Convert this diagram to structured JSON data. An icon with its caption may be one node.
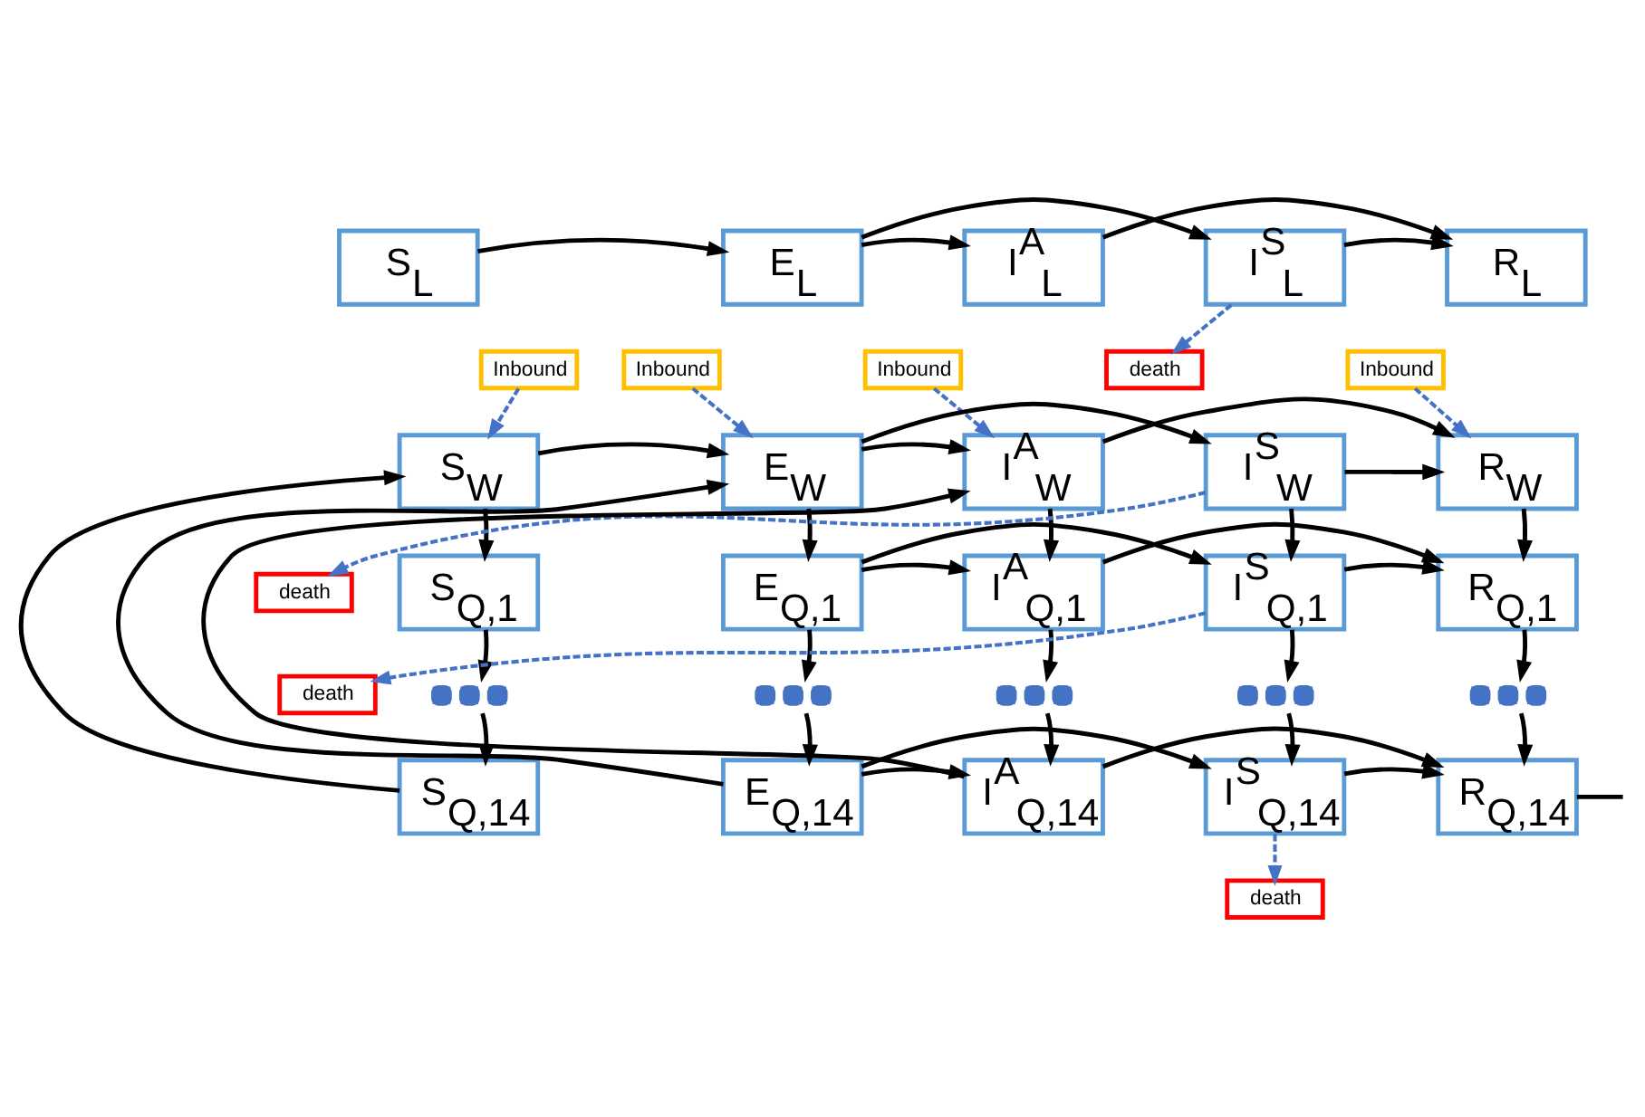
{
  "diagram": {
    "nodes": [
      {
        "text": [
          "S$_{L}$"
        ]
      },
      {
        "text": [
          "E$_{L}$"
        ]
      },
      {
        "text": [
          "I$^{A}$$_{L}$"
        ]
      },
      {
        "text": [
          "I$^{S}$$_{L}$"
        ]
      },
      {
        "text": [
          "R$_{L}$"
        ]
      },
      {
        "text": [
          "death"
        ]
      },
      {
        "text": [
          "Inbound"
        ]
      },
      {
        "text": [
          "Inbound"
        ]
      },
      {
        "text": [
          "Inbound"
        ]
      },
      {
        "text": [
          "Inbound"
        ]
      },
      {
        "text": [
          "S$_{W}$"
        ]
      },
      {
        "text": [
          "E$_{W}$"
        ]
      },
      {
        "text": [
          "I$^{A}$$_{W}$"
        ]
      },
      {
        "text": [
          "I$^{S}$$_{W}$"
        ]
      },
      {
        "text": [
          "R$_{W}$"
        ]
      },
      {
        "text": [
          "death"
        ]
      },
      {
        "text": [
          "S$_{Q,1}$"
        ]
      },
      {
        "text": [
          "E$_{Q,1}$"
        ]
      },
      {
        "text": [
          "I$^{A}$$_{Q,1}$"
        ]
      },
      {
        "text": [
          "I$^{S}$$_{Q,1}$"
        ]
      },
      {
        "text": [
          "R$_{Q,1}$"
        ]
      },
      {
        "text": [
          "death"
        ]
      },
      {
        "text": [],
        "shape": "dots"
      },
      {
        "text": [],
        "shape": "dots"
      },
      {
        "text": [],
        "shape": "dots"
      },
      {
        "text": [],
        "shape": "dots"
      },
      {
        "text": [],
        "shape": "dots"
      },
      {
        "text": [
          "S$_{Q,14}$"
        ]
      },
      {
        "text": [
          "E$_{Q,14}$"
        ]
      },
      {
        "text": [
          "I$^{A}$$_{Q,14}$"
        ]
      },
      {
        "text": [
          "I$^{S}$$_{Q,14}$"
        ]
      },
      {
        "text": [
          "R$_{Q,14}$"
        ]
      },
      {
        "text": [
          "death"
        ]
      }
    ],
    "edges": [
      {
        "from": 0,
        "to": 1,
        "arrow": "to"
      },
      {
        "from": 1,
        "to": 2,
        "arrow": "to"
      },
      {
        "from": 1,
        "to": 3,
        "arrow": "to"
      },
      {
        "from": 2,
        "to": 4,
        "arrow": "to"
      },
      {
        "from": 3,
        "to": 4,
        "arrow": "to"
      },
      {
        "from": 3,
        "to": 5,
        "arrow": "to",
        "style": "dashed",
        "color": "#4472c4"
      },
      {
        "from": 6,
        "to": 10,
        "arrow": "to",
        "style": "dashed",
        "color": "#4472c4"
      },
      {
        "from": 7,
        "to": 11,
        "arrow": "to",
        "style": "dashed",
        "color": "#4472c4"
      },
      {
        "from": 8,
        "to": 12,
        "arrow": "to",
        "style": "dashed",
        "color": "#4472c4"
      },
      {
        "from": 9,
        "to": 14,
        "arrow": "to",
        "style": "dashed",
        "color": "#4472c4"
      },
      {
        "from": 10,
        "to": 11,
        "arrow": "to"
      },
      {
        "from": 11,
        "to": 12,
        "arrow": "to"
      },
      {
        "from": 11,
        "to": 13,
        "arrow": "to"
      },
      {
        "from": 12,
        "to": 14,
        "arrow": "to"
      },
      {
        "from": 13,
        "to": 14,
        "arrow": "to"
      },
      {
        "from": 13,
        "to": 15,
        "arrow": "to",
        "style": "dashed",
        "color": "#4472c4"
      },
      {
        "from": null,
        "to": 14,
        "arrow": "to"
      },
      {
        "from": 10,
        "to": 16,
        "arrow": "to"
      },
      {
        "from": 11,
        "to": 17,
        "arrow": "to"
      },
      {
        "from": 12,
        "to": 18,
        "arrow": "to"
      },
      {
        "from": 13,
        "to": 19,
        "arrow": "to"
      },
      {
        "from": 14,
        "to": 20,
        "arrow": "to"
      },
      {
        "from": 17,
        "to": 18,
        "arrow": "to"
      },
      {
        "from": 17,
        "to": 19,
        "arrow": "to"
      },
      {
        "from": 18,
        "to": 20,
        "arrow": "to"
      },
      {
        "from": 19,
        "to": 20,
        "arrow": "to"
      },
      {
        "from": 19,
        "to": 21,
        "arrow": "to",
        "style": "dashed",
        "color": "#4472c4"
      },
      {
        "from": 16,
        "to": 22,
        "arrow": "to"
      },
      {
        "from": 17,
        "to": 23,
        "arrow": "to"
      },
      {
        "from": 18,
        "to": 24,
        "arrow": "to"
      },
      {
        "from": 19,
        "to": 25,
        "arrow": "to"
      },
      {
        "from": 20,
        "to": 26,
        "arrow": "to"
      },
      {
        "from": 22,
        "to": 27,
        "arrow": "to"
      },
      {
        "from": 23,
        "to": 28,
        "arrow": "to"
      },
      {
        "from": 24,
        "to": 29,
        "arrow": "to"
      },
      {
        "from": 25,
        "to": 30,
        "arrow": "to"
      },
      {
        "from": 26,
        "to": 31,
        "arrow": "to"
      },
      {
        "from": 27,
        "to": 10,
        "arrow": "to"
      },
      {
        "from": 28,
        "to": 11,
        "arrow": "to"
      },
      {
        "from": 29,
        "to": 12,
        "arrow": "to"
      },
      {
        "from": 28,
        "to": 29,
        "arrow": "to"
      },
      {
        "from": 28,
        "to": 30,
        "arrow": "to"
      },
      {
        "from": 29,
        "to": 31,
        "arrow": "to"
      },
      {
        "from": 30,
        "to": 31,
        "arrow": "to"
      },
      {
        "from": 30,
        "to": 32,
        "arrow": "to",
        "style": "dashed",
        "color": "#4472c4"
      },
      {
        "from": 31,
        "to": null,
        "arrow": "none"
      }
    ]
  }
}
